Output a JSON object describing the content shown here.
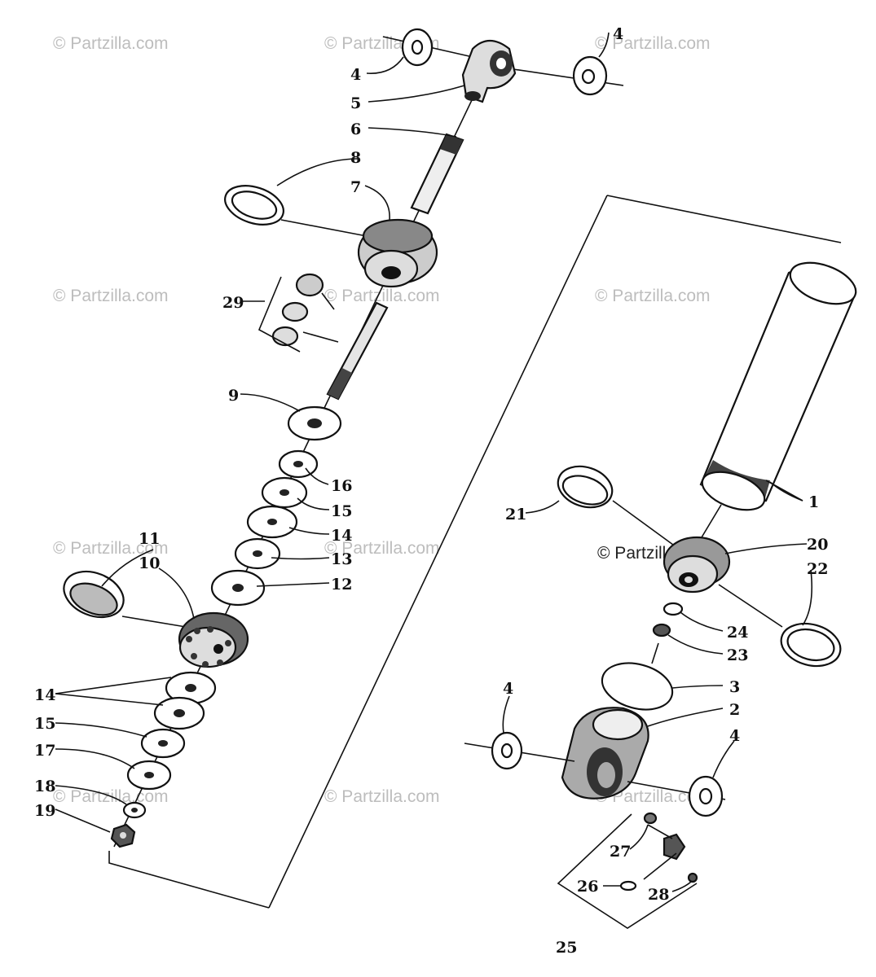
{
  "watermark": "© Partzilla.com",
  "callouts": {
    "c1": "1",
    "c2": "2",
    "c3": "3",
    "c4a": "4",
    "c4b": "4",
    "c4c": "4",
    "c4d": "4",
    "c5": "5",
    "c6": "6",
    "c7": "7",
    "c8": "8",
    "c9": "9",
    "c10": "10",
    "c11": "11",
    "c12": "12",
    "c13": "13",
    "c14a": "14",
    "c14b": "14",
    "c15a": "15",
    "c15b": "15",
    "c16": "16",
    "c17": "17",
    "c18": "18",
    "c19": "19",
    "c20": "20",
    "c21": "21",
    "c22": "22",
    "c23": "23",
    "c24": "24",
    "c25": "25",
    "c26": "26",
    "c27": "27",
    "c28": "28",
    "c29": "29"
  },
  "colors": {
    "ink": "#111111",
    "watermark": "#bdbdbd",
    "background": "#ffffff"
  }
}
